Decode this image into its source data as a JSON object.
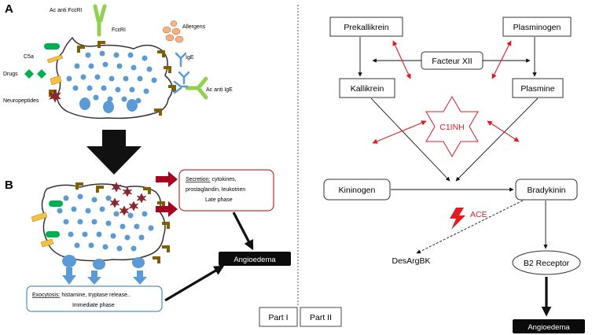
{
  "colors": {
    "black": "#111111",
    "red": "#e01b24",
    "membrane": "#333333",
    "granule": "#5b9bd5",
    "receptor": "#7f6000",
    "antibody_green": "#92d050",
    "antibody_blue": "#5b9bd5",
    "allergen": "#f4b183",
    "c5a_green": "#00b050",
    "neuropeptide": "#7b2c3b",
    "secretion_border": "#c00000",
    "exocytosis_border": "#2e75b6",
    "dark_red_arrow": "#a50021"
  },
  "part1": {
    "label_a": "A",
    "label_b": "B",
    "ac_anti_fceri": "Ac anti FcεRI",
    "fceri": "FcεRI",
    "c5a": "C5a",
    "drugs": "Drugs",
    "neuropeptides": "Neuropeptides",
    "allergens": "Allergens",
    "ige": "IgE",
    "ac_anti_ige": "Ac anti IgE",
    "secretion_heading": "Secretion:",
    "secretion_line1_rest": " cytokines,",
    "secretion_line2": "prostaglandin, leukotrien",
    "secretion_line3": "Late phase",
    "exocytosis_heading": "Exocytosis:",
    "exocytosis_line1_rest": " histamine, tryptase release..",
    "exocytosis_line2": "Immediate phase",
    "angioedema": "Angioedema"
  },
  "part2": {
    "prekallikrein": "Prekallikrein",
    "plasminogen": "Plasminogen",
    "facteur_xii": "Facteur XII",
    "kallikrein": "Kallikrein",
    "plasmine": "Plasmine",
    "c1inh": "C1INH",
    "kininogen": "Kininogen",
    "bradykinin": "Bradykinin",
    "ace": "ACE",
    "desargbk": "DesArgBK",
    "b2_receptor": "B2 Receptor",
    "angioedema": "Angioedema"
  },
  "footer": {
    "part1": "Part I",
    "part2": "Part II"
  }
}
